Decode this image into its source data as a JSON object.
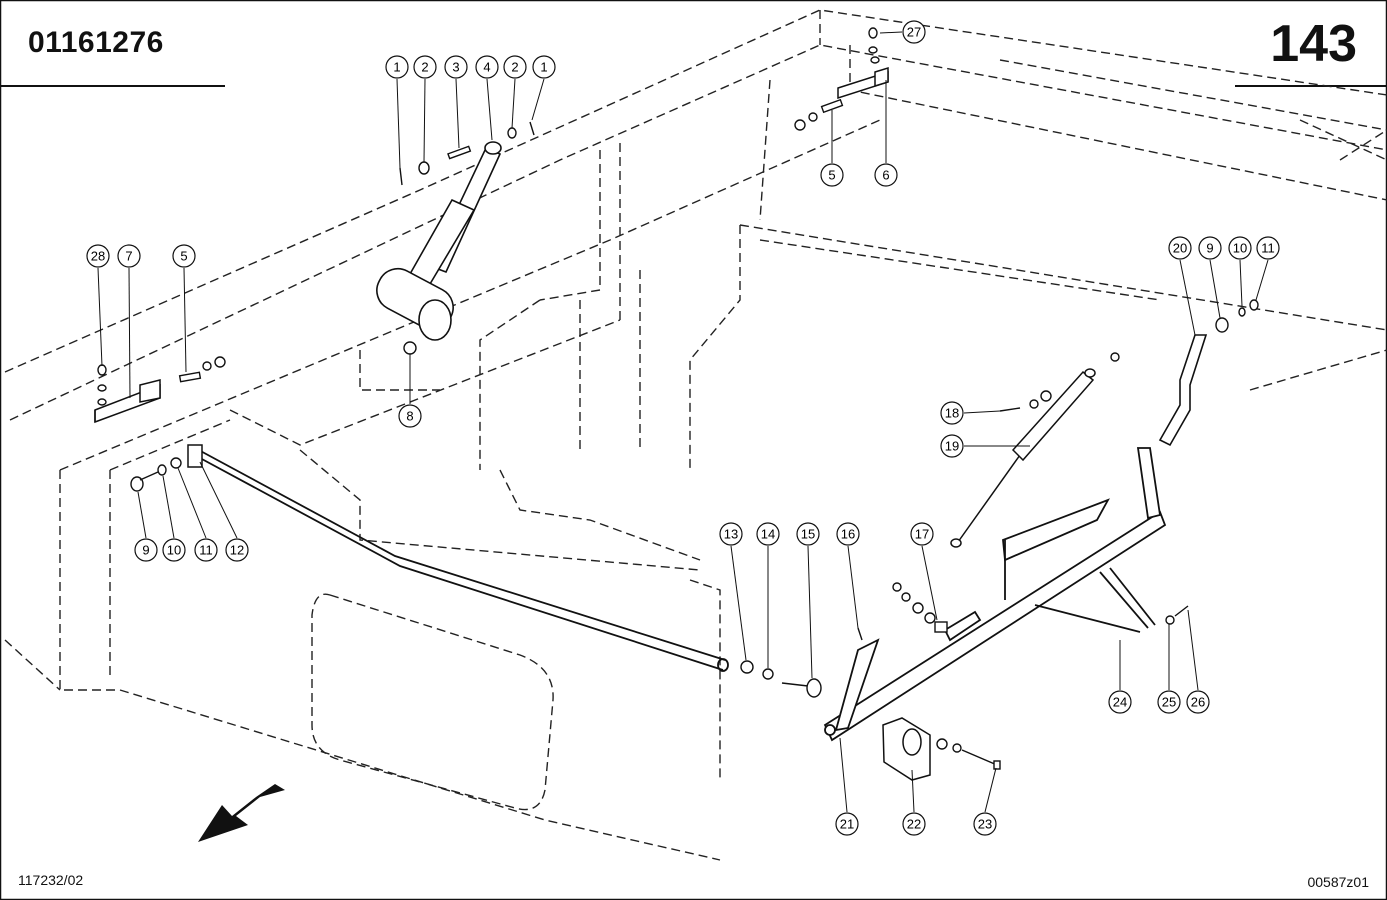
{
  "header": {
    "doc_number": "01161276",
    "page_number": "143"
  },
  "footer": {
    "left_code": "117232/02",
    "right_code": "00587z01"
  },
  "callouts": [
    {
      "label": "1"
    },
    {
      "label": "2"
    },
    {
      "label": "3"
    },
    {
      "label": "4"
    },
    {
      "label": "2"
    },
    {
      "label": "1"
    },
    {
      "label": "27"
    },
    {
      "label": "5"
    },
    {
      "label": "6"
    },
    {
      "label": "28"
    },
    {
      "label": "7"
    },
    {
      "label": "5"
    },
    {
      "label": "8"
    },
    {
      "label": "9"
    },
    {
      "label": "10"
    },
    {
      "label": "11"
    },
    {
      "label": "12"
    },
    {
      "label": "20"
    },
    {
      "label": "9"
    },
    {
      "label": "10"
    },
    {
      "label": "11"
    },
    {
      "label": "18"
    },
    {
      "label": "19"
    },
    {
      "label": "13"
    },
    {
      "label": "14"
    },
    {
      "label": "15"
    },
    {
      "label": "16"
    },
    {
      "label": "17"
    },
    {
      "label": "24"
    },
    {
      "label": "25"
    },
    {
      "label": "26"
    },
    {
      "label": "21"
    },
    {
      "label": "22"
    },
    {
      "label": "23"
    }
  ],
  "colors": {
    "ink": "#111111",
    "background": "#ffffff"
  }
}
